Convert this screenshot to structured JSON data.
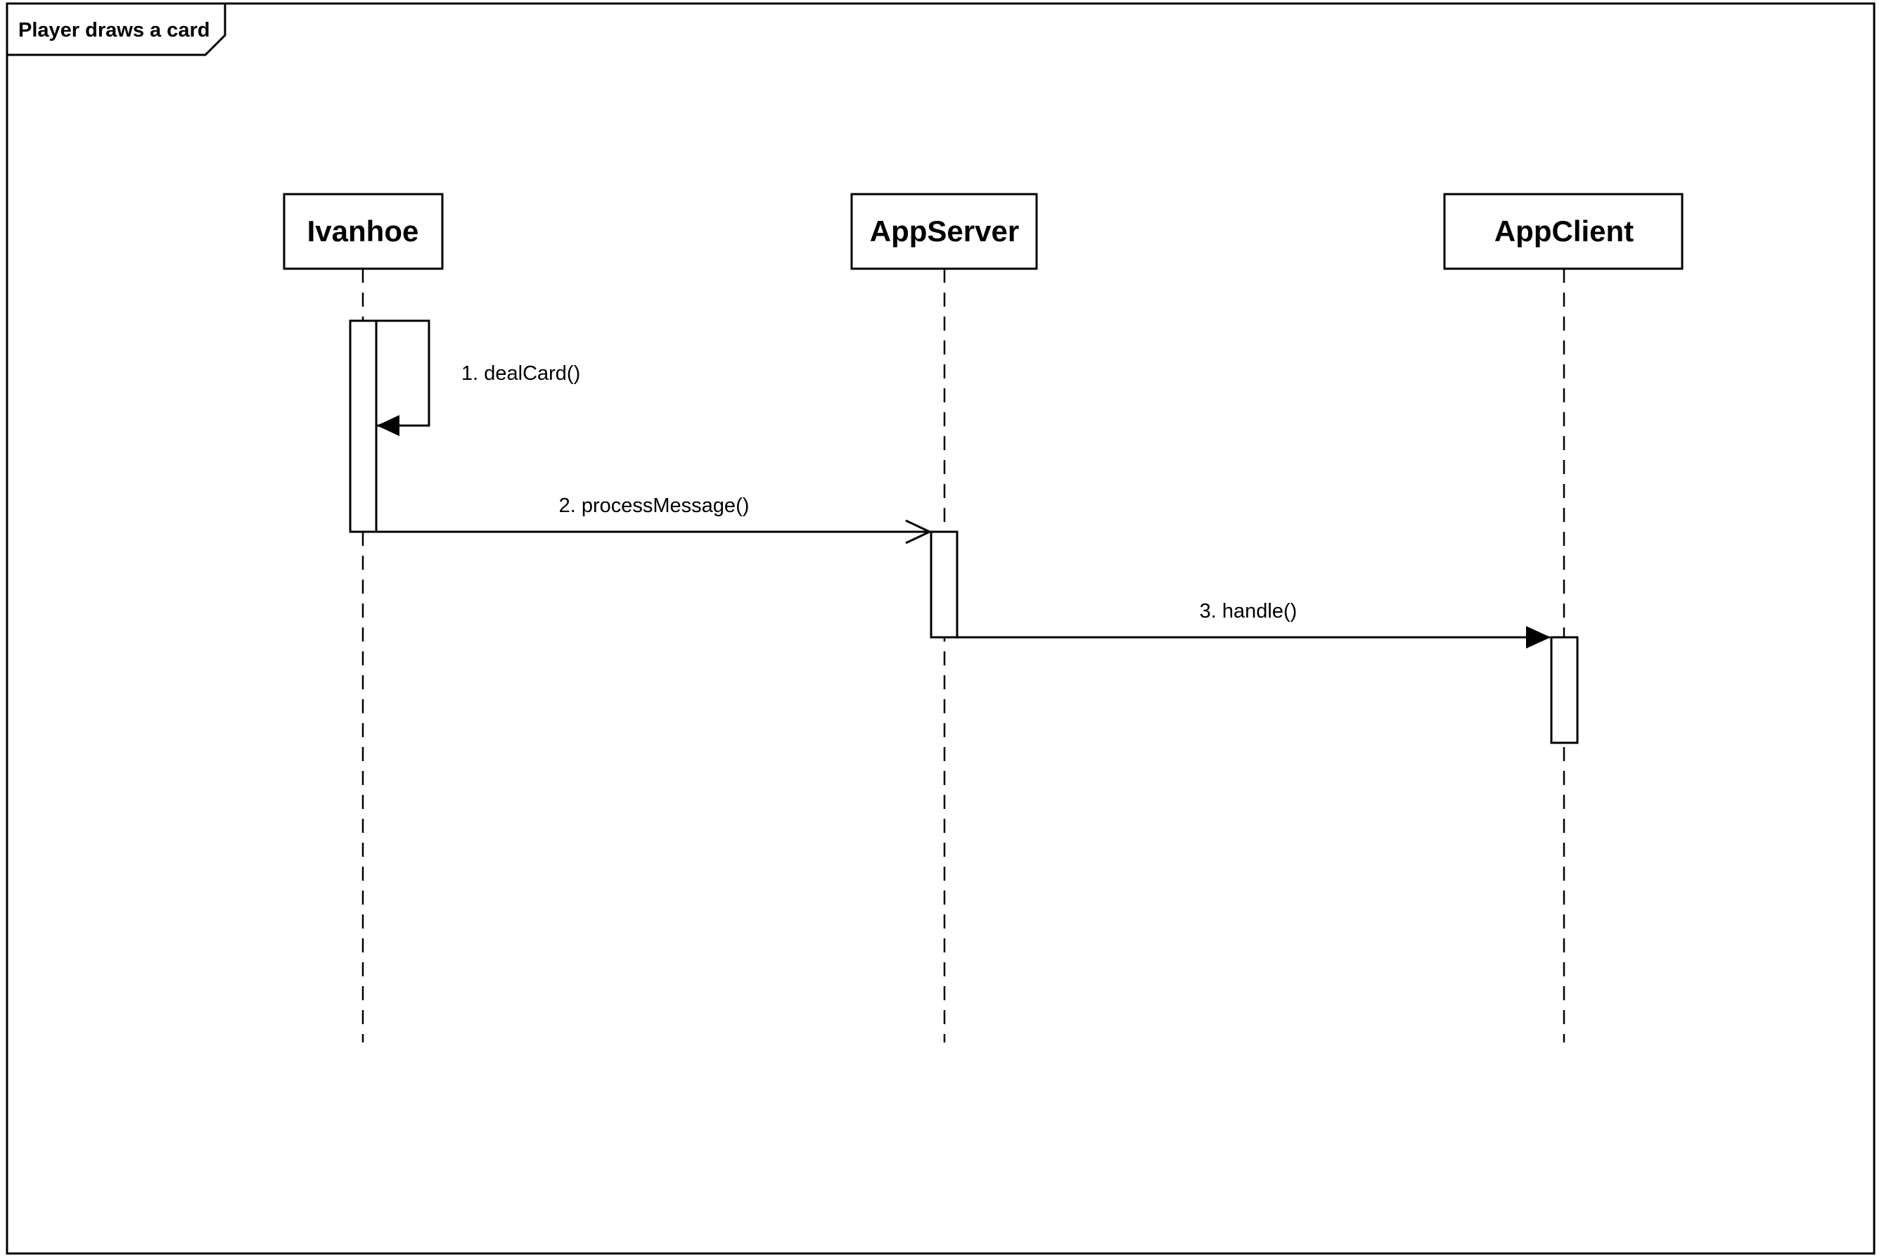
{
  "frame": {
    "title": "Player draws a card"
  },
  "lifelines": [
    {
      "name": "Ivanhoe"
    },
    {
      "name": "AppServer"
    },
    {
      "name": "AppClient"
    }
  ],
  "messages": [
    {
      "label": "1. dealCard()",
      "from": "Ivanhoe",
      "to": "Ivanhoe",
      "kind": "self-call",
      "arrow": "filled"
    },
    {
      "label": "2. processMessage()",
      "from": "Ivanhoe",
      "to": "AppServer",
      "kind": "call",
      "arrow": "open"
    },
    {
      "label": "3. handle()",
      "from": "AppServer",
      "to": "AppClient",
      "kind": "call",
      "arrow": "filled"
    }
  ],
  "colors": {
    "stroke": "#000000",
    "background": "#ffffff"
  }
}
